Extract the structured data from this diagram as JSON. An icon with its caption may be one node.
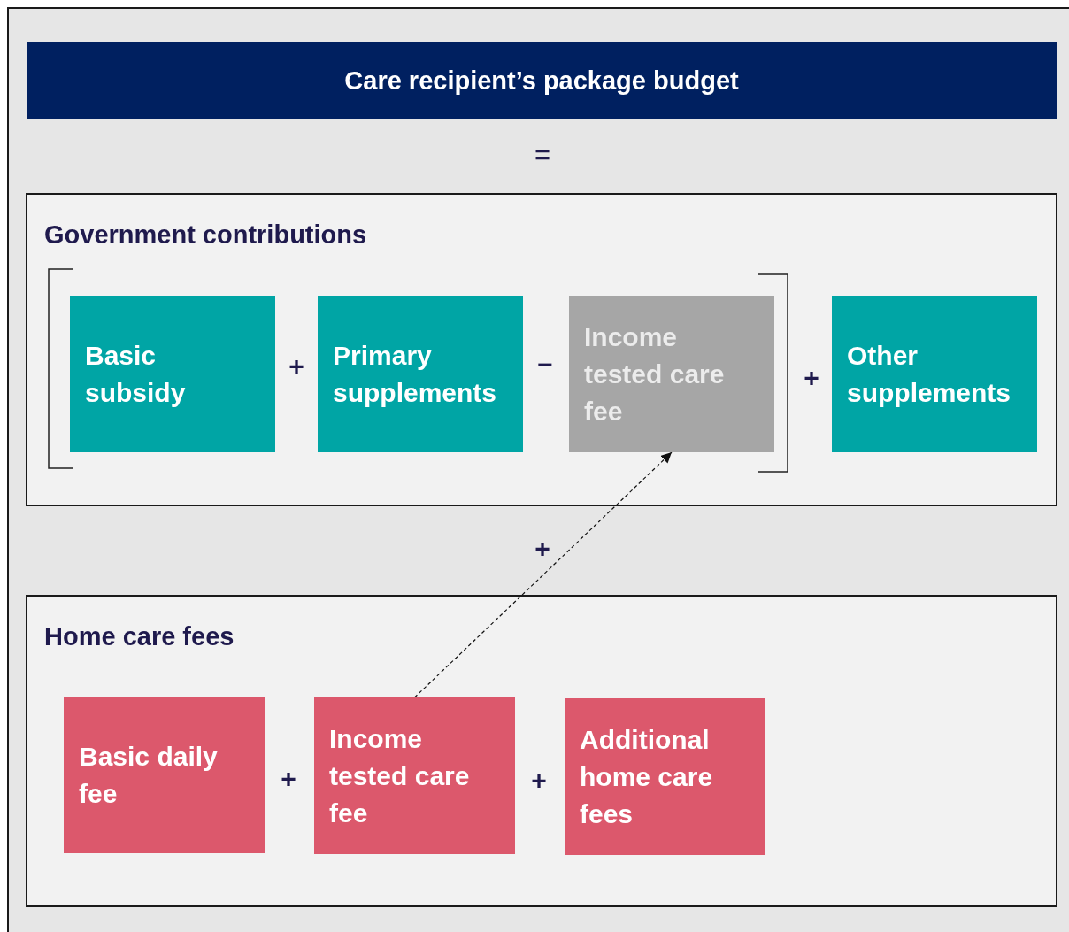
{
  "diagram": {
    "nodes": [
      {
        "text": [
          "Care recipient’s package budget"
        ]
      },
      {
        "text": [
          "Government contributions"
        ]
      },
      {
        "text": [
          "Basic subsidy"
        ],
        "in": 1
      },
      {
        "text": [
          "Primary supplements"
        ],
        "in": 1
      },
      {
        "text": [
          "Income tested care fee"
        ],
        "in": 1
      },
      {
        "text": [
          "Other supplements"
        ],
        "in": 1
      },
      {
        "text": [
          "Home care fees"
        ]
      },
      {
        "text": [
          "Basic daily fee"
        ],
        "in": 6
      },
      {
        "text": [
          "Income tested care fee"
        ],
        "in": 6
      },
      {
        "text": [
          "Additional home care fees"
        ],
        "in": 6
      }
    ],
    "edges": [
      {
        "from": 8,
        "to": 4,
        "arrow": "to",
        "style": "dashed"
      }
    ],
    "labels": [
      "=",
      "+",
      "−",
      "+",
      "+",
      "+",
      "+"
    ]
  }
}
